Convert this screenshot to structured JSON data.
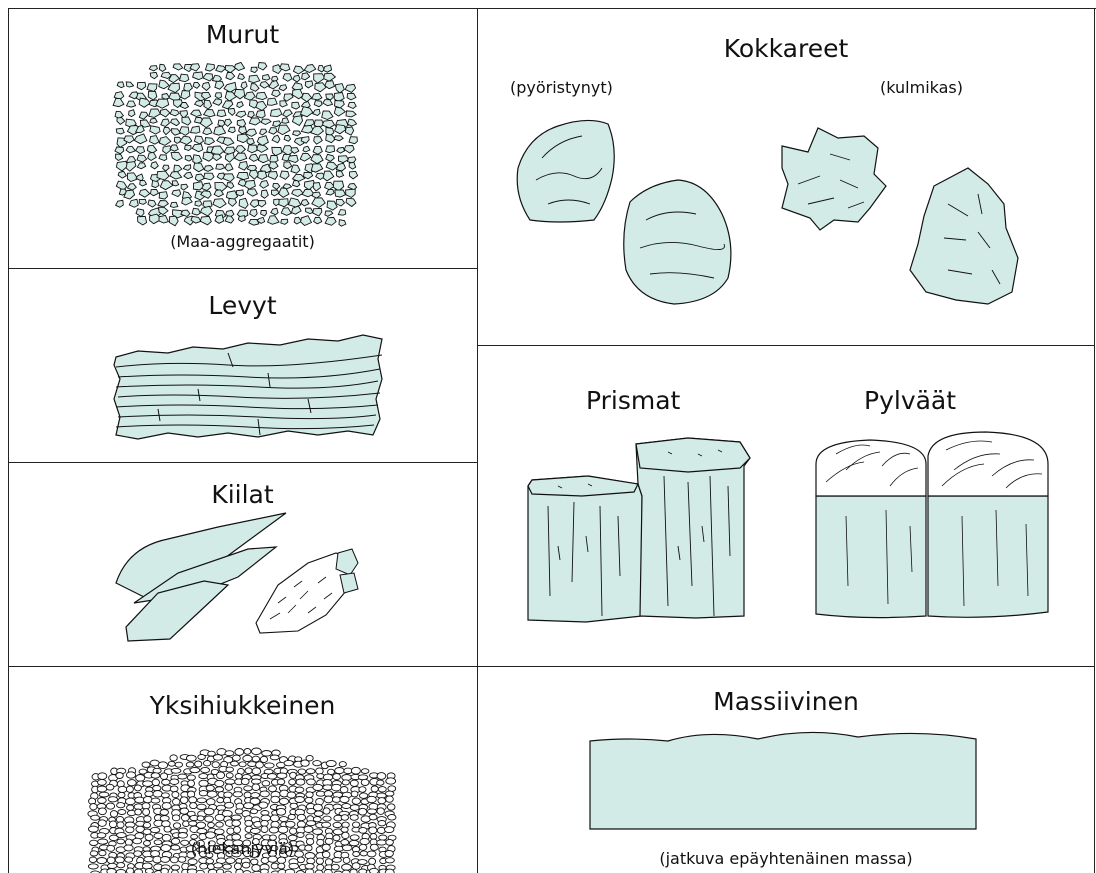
{
  "panels": {
    "murut": {
      "title": "Murut",
      "caption": "(Maa-aggregaatit)"
    },
    "levyt": {
      "title": "Levyt"
    },
    "kiilat": {
      "title": "Kiilat"
    },
    "yksihiukkeinen": {
      "title": "Yksihiukkeinen",
      "caption": "(hiekanjyviä)"
    },
    "kokkareet": {
      "title": "Kokkareet",
      "label_round": "(pyöristynyt)",
      "label_angular": "(kulmikas)"
    },
    "prismat": {
      "title": "Prismat"
    },
    "pylvaat": {
      "title": "Pylväät"
    },
    "massiivinen": {
      "title": "Massiivinen",
      "caption": "(jatkuva epäyhtenäinen massa)"
    }
  },
  "colors": {
    "fill": "#d2ebe6",
    "stroke": "#111111",
    "border": "#222222"
  }
}
